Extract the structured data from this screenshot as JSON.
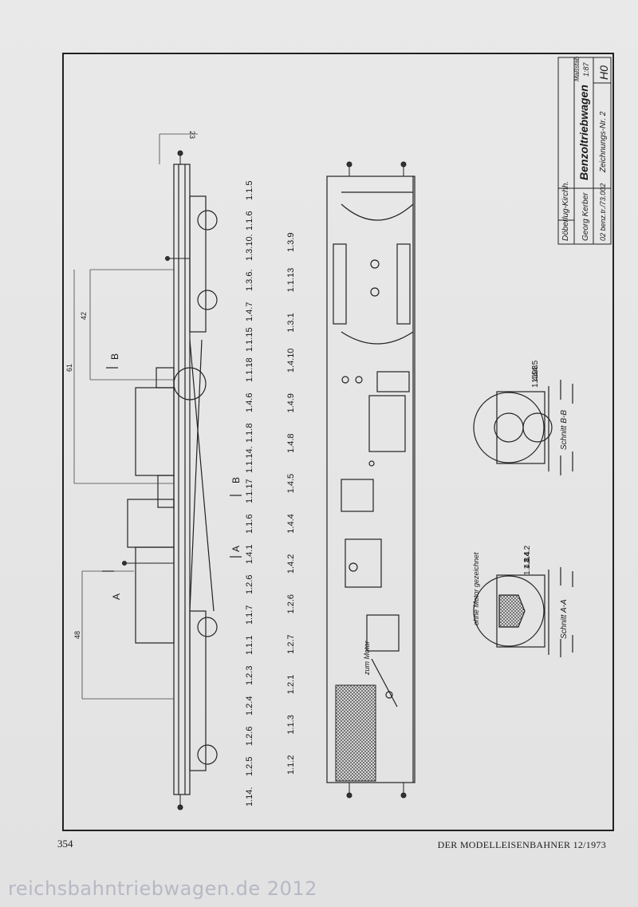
{
  "title_block": {
    "title": "Benzoltriebwagen",
    "drawing_number": "Zeichnungs-Nr. 2",
    "author": "Georg Kerber",
    "location": "Döberlug-Kirchh.",
    "code": "02 benz.tr./73.002",
    "scale_label": "Maßstab",
    "scale_value": "1:87",
    "gauge": "H0"
  },
  "section_labels": {
    "schnitt_bb": "Schnitt B-B",
    "schnitt_aa": "Schnitt A-A",
    "ohne_motor": "ohne Motor gezeichnet",
    "zum_motor": "zum Motor",
    "marker_a": "A",
    "marker_b": "B"
  },
  "dimensions": {
    "d23": "23",
    "d42": "42",
    "d61": "61",
    "d48": "48"
  },
  "part_labels_left": [
    "1.14.",
    "1.2.5",
    "1.2.6",
    "1.2.4",
    "1.2.3",
    "1.1.1",
    "1.1.7",
    "1.2.6",
    "1.4.1",
    "1.1.6",
    "1.1.17",
    "1.1.14.",
    "1.1.8",
    "1.4.6",
    "1.1.18",
    "1.1.15",
    "1.4.7",
    "1.3.6.",
    "1.3.10.",
    "1.1.6",
    "1.1.5"
  ],
  "part_labels_right": [
    "1.1.2",
    "1.1.3",
    "1.2.1",
    "1.2.7",
    "1.2.6",
    "1.4.2",
    "1.4.4",
    "1.4.5",
    "1.4.8",
    "1.4.9",
    "1.4.10",
    "1.3.1",
    "1.1.13",
    "1.3.9"
  ],
  "section_bb_labels": [
    "1.4.5",
    "1.4.8",
    "1.4.9"
  ],
  "section_aa_labels": [
    "1.4.2",
    "1.4.4",
    "1.4.3"
  ],
  "footer": {
    "page_number": "354",
    "publication": "DER MODELLEISENBAHNER 12/1973"
  },
  "watermark": "reichsbahntriebwagen.de 2012"
}
